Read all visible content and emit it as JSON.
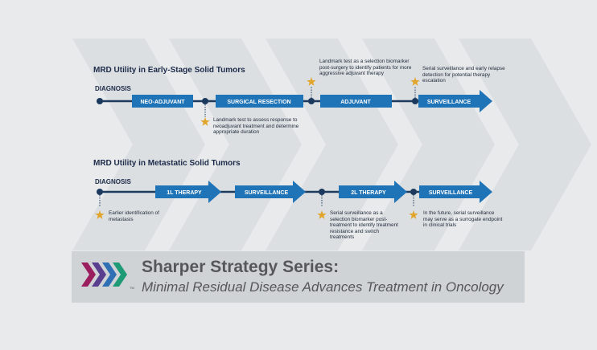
{
  "early": {
    "title": "MRD Utility in Early-Stage Solid Tumors",
    "diagnosis": "DIAGNOSIS",
    "stages": [
      "NEO-ADJUVANT",
      "SURGICAL RESECTION",
      "ADJUVANT",
      "SURVEILLANCE"
    ],
    "notes": {
      "neoadjuvant": "Landmark test to assess response to neoadjuvant treatment and determine appropriate duration",
      "post_surgery": "Landmark test as a selection biomarker post-surgery to identify patients for more aggressive adjuvant therapy",
      "surveillance": "Serial surveillance and early relapse detection for potential therapy escalation"
    }
  },
  "metastatic": {
    "title": "MRD Utility in Metastatic Solid Tumors",
    "diagnosis": "DIAGNOSIS",
    "stages": [
      "1L THERAPY",
      "SURVEILLANCE",
      "2L THERAPY",
      "SURVEILLANCE"
    ],
    "notes": {
      "diagnosis": "Earlier identification of metastasis",
      "serial": "Serial surveillance as a selection biomarker post-treatment to identify treatment resistance and switch treatments",
      "future": "In the future, serial surveillance may serve as a surrogate endpoint in clinical trials"
    }
  },
  "banner": {
    "title": "Sharper Strategy Series:",
    "subtitle": "Minimal Residual Disease Advances Treatment in Oncology",
    "trademark": "TM",
    "logo_colors": [
      "#9b1f5e",
      "#5b3f8f",
      "#2f6fb4",
      "#1f9a76"
    ]
  },
  "colors": {
    "navy": "#1c3a5e",
    "blue": "#1f73b7",
    "star": "#e0a52a"
  }
}
